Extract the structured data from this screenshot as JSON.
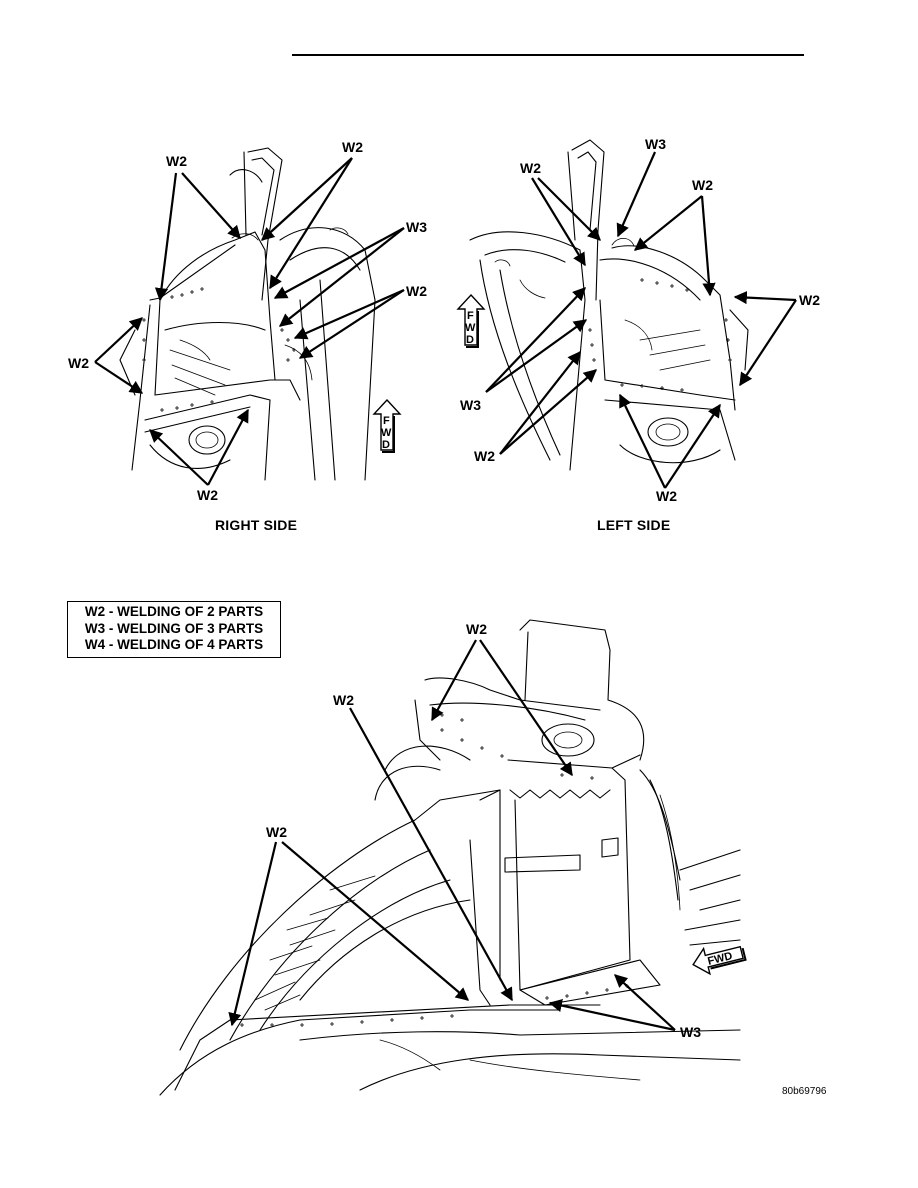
{
  "captions": {
    "right_side": "RIGHT SIDE",
    "left_side": "LEFT SIDE"
  },
  "legend": {
    "line_1": "W2 - WELDING OF 2 PARTS",
    "line_2": "W3 - WELDING OF 3 PARTS",
    "line_3": "W4 - WELDING OF 4 PARTS"
  },
  "callouts": {
    "w2": "W2",
    "w3": "W3"
  },
  "direction_marker": {
    "f": "F",
    "w": "W",
    "d": "D",
    "fwd": "FWD"
  },
  "figure_id": "80b69796",
  "colors": {
    "ink": "#000000",
    "paper": "#ffffff"
  }
}
